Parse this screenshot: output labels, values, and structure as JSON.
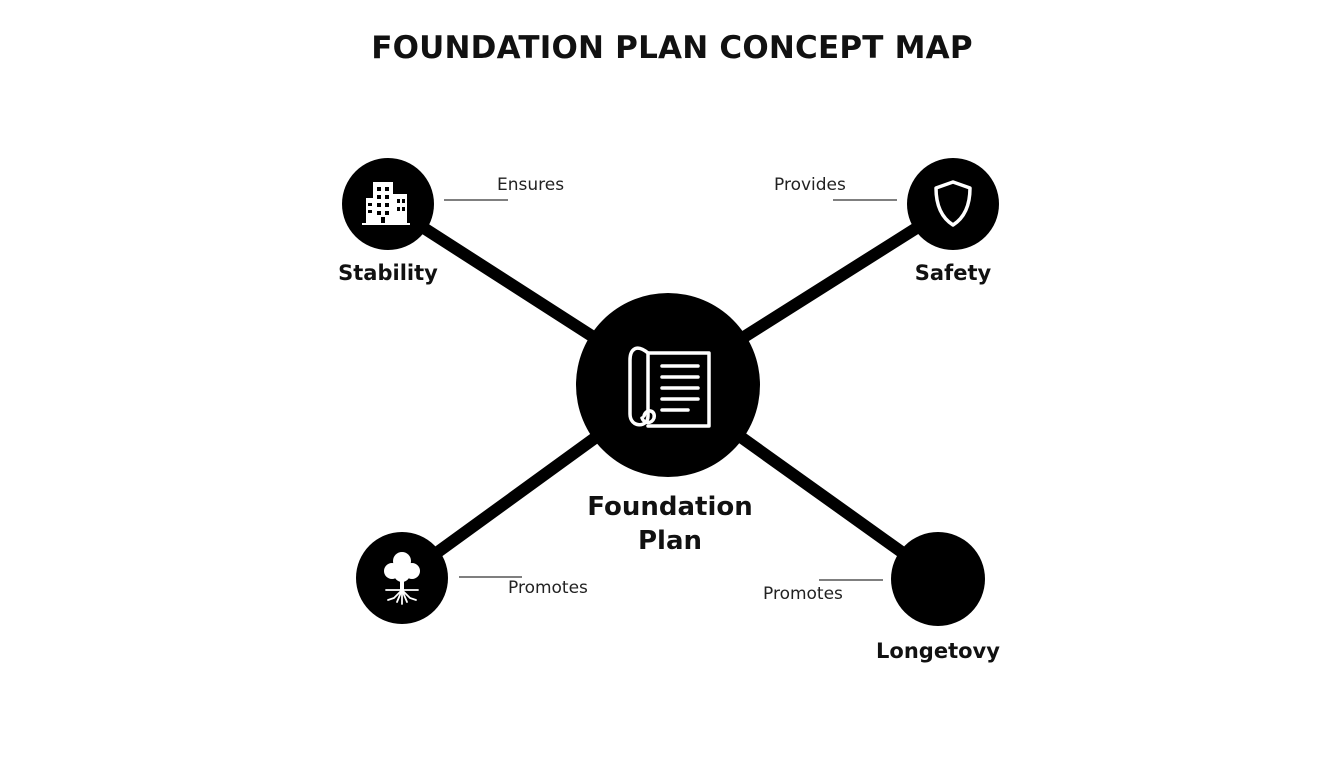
{
  "title": "FOUNDATION PLAN CONCEPT MAP",
  "center": {
    "label_line1": "Foundation",
    "label_line2": "Plan",
    "icon": "blueprint-scroll-icon"
  },
  "nodes": [
    {
      "id": "stability",
      "label": "Stability",
      "icon": "building-icon"
    },
    {
      "id": "safety",
      "label": "Safety",
      "icon": "shield-icon"
    },
    {
      "id": "bottom-left",
      "label": "",
      "icon": "tree-roots-icon"
    },
    {
      "id": "longevity",
      "label": "Longetovy",
      "icon": ""
    }
  ],
  "edges": [
    {
      "to": "stability",
      "label": "Ensures"
    },
    {
      "to": "safety",
      "label": "Provides"
    },
    {
      "to": "bottom-left",
      "label": "Promotes"
    },
    {
      "to": "longevity",
      "label": "Promotes"
    }
  ],
  "colors": {
    "node_fill": "#000000",
    "icon": "#ffffff",
    "background": "#ffffff"
  }
}
